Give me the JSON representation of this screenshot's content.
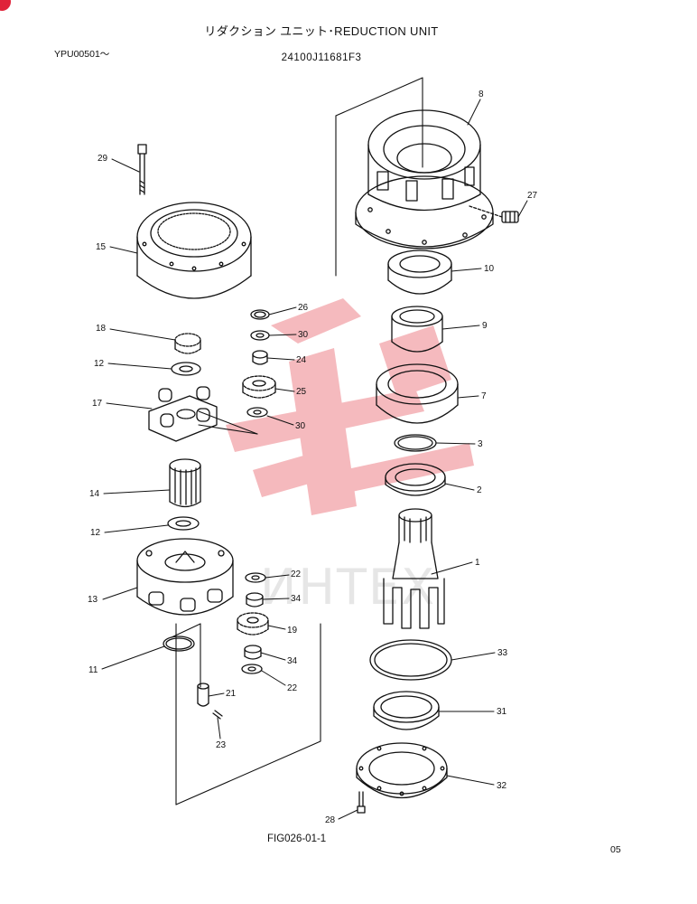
{
  "header": {
    "title": "リダクション  ユニット･REDUCTION UNIT",
    "serial_range": "YPU00501～",
    "part_number": "24100J11681F3"
  },
  "footer": {
    "figure_caption": "FIG026-01-1",
    "page_number": "05"
  },
  "watermark": {
    "text": "ИНТЕХ",
    "color": "#e9656e"
  },
  "callouts": {
    "c1": "1",
    "c2": "2",
    "c3": "3",
    "c7": "7",
    "c8": "8",
    "c9": "9",
    "c10": "10",
    "c11": "11",
    "c12a": "12",
    "c12b": "12",
    "c13": "13",
    "c14": "14",
    "c15": "15",
    "c17": "17",
    "c18": "18",
    "c19": "19",
    "c21": "21",
    "c22a": "22",
    "c22b": "22",
    "c23": "23",
    "c24": "24",
    "c25": "25",
    "c26": "26",
    "c27": "27",
    "c28": "28",
    "c29": "29",
    "c30a": "30",
    "c30b": "30",
    "c31": "31",
    "c32": "32",
    "c33": "33",
    "c34a": "34",
    "c34b": "34"
  }
}
